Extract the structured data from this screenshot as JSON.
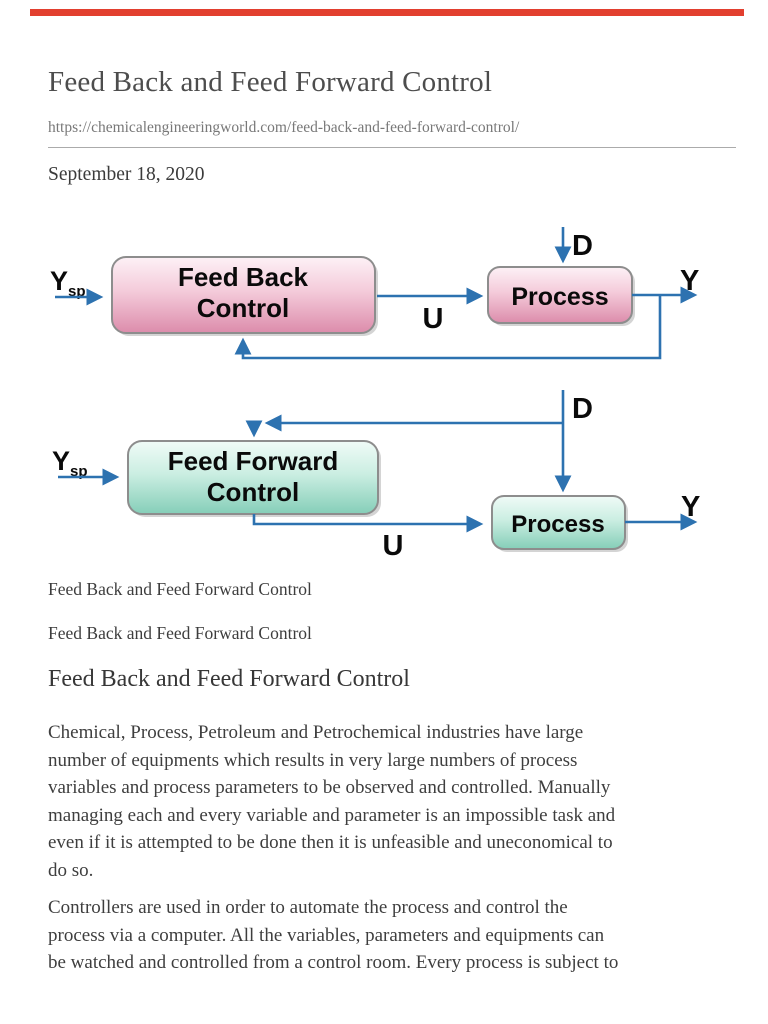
{
  "page": {
    "accent_bar_color": "#e23f2f",
    "title": "Feed Back and Feed Forward Control",
    "url": "https://chemicalengineeringworld.com/feed-back-and-feed-forward-control/",
    "date": "September 18, 2020"
  },
  "colors": {
    "signal_line_blue": "#2d72b0",
    "feedback_block_pink_top": "#fdf1f6",
    "feedback_block_pink_bottom": "#dc8cab",
    "feedforward_block_green_top": "#f0fbf7",
    "feedforward_block_green_bottom": "#85ceb8",
    "block_border_gray": "#8d8d8d",
    "body_text": "#3e3e3e"
  },
  "diagram_feedback": {
    "setpoint_main": "Y",
    "setpoint_sub": "sp",
    "controller_line1": "Feed Back",
    "controller_line2": "Control",
    "process_label": "Process",
    "disturbance_label": "D",
    "control_signal_label": "U",
    "output_label": "Y"
  },
  "diagram_feedforward": {
    "setpoint_main": "Y",
    "setpoint_sub": "sp",
    "controller_line1": "Feed Forward",
    "controller_line2": "Control",
    "process_label": "Process",
    "disturbance_label": "D",
    "control_signal_label": "U",
    "output_label": "Y"
  },
  "captions": {
    "caption1": "Feed Back and Feed Forward Control",
    "caption2": "Feed Back and Feed Forward Control"
  },
  "article": {
    "heading": "Feed Back and Feed Forward Control",
    "para1": "Chemical, Process, Petroleum and Petrochemical industries have large\nnumber of equipments which results in very large numbers of process\nvariables and process parameters to be observed and controlled. Manually\nmanaging each and every variable and parameter is an impossible task and\neven if it is attempted to be done then it is unfeasible and uneconomical to\ndo so.",
    "para2": "Controllers are used in order to automate the process and control the\nprocess via a computer. All the variables, parameters and equipments can\nbe watched and controlled from a control room. Every process is subject to"
  }
}
